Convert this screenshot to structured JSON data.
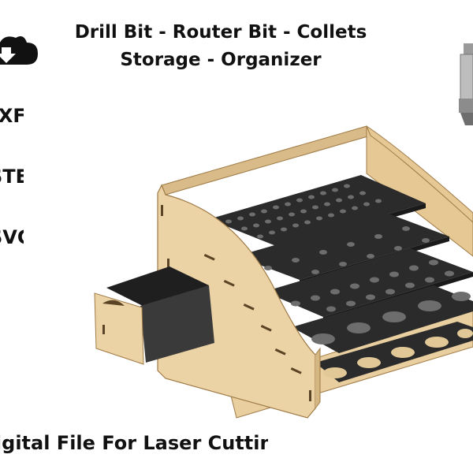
{
  "title": {
    "line1": "Drill Bit - Router Bit - Collets",
    "line2": "Storage - Organizer"
  },
  "formats": [
    "DXF",
    "STEP",
    "SVG"
  ],
  "footer": "Digital File For Laser Cutting",
  "icons": {
    "cloud": "cloud-download-icon",
    "tool": "router-collet-icon"
  },
  "colors": {
    "wood": "#ecd3a6",
    "wood_edge": "#b08a55",
    "tray": "#2b2b2b",
    "text": "#111111"
  }
}
